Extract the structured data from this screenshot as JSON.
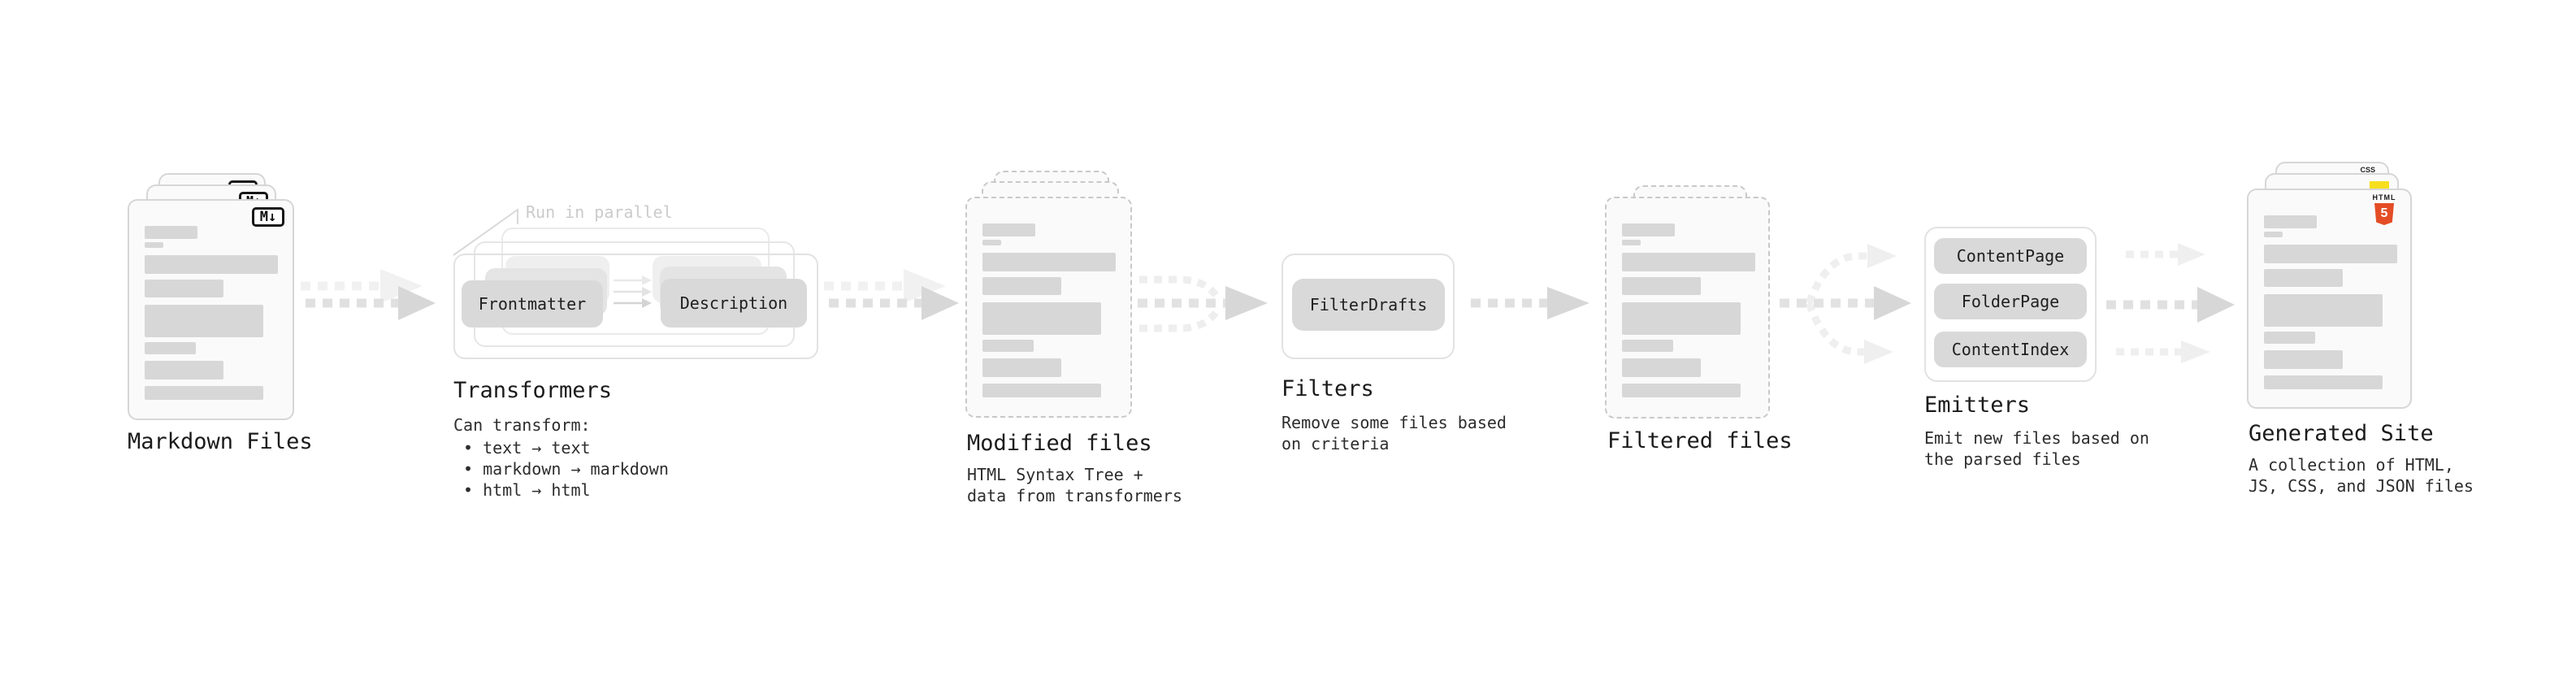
{
  "stages": {
    "markdown_files": {
      "title": "Markdown Files",
      "badge": "M↓"
    },
    "transformers": {
      "title": "Transformers",
      "parallel_note": "Run in parallel",
      "pills": {
        "frontmatter": "Frontmatter",
        "description": "Description"
      },
      "caption_heading": "Can transform:",
      "caption_bullets": "• text → text\n• markdown → markdown\n• html → html"
    },
    "modified_files": {
      "title": "Modified files",
      "caption": "HTML Syntax Tree +\ndata from transformers"
    },
    "filters": {
      "title": "Filters",
      "pills": {
        "filter_drafts": "FilterDrafts"
      },
      "caption": "Remove some files based\non criteria"
    },
    "filtered_files": {
      "title": "Filtered files"
    },
    "emitters": {
      "title": "Emitters",
      "pills": {
        "content_page": "ContentPage",
        "folder_page": "FolderPage",
        "content_index": "ContentIndex"
      },
      "caption": "Emit new files based on\nthe parsed files"
    },
    "generated_site": {
      "title": "Generated Site",
      "caption": "A collection of HTML,\nJS, CSS, and JSON files",
      "badges": {
        "css": "CSS",
        "html_label": "HTML",
        "html_number": "5"
      }
    }
  },
  "colors": {
    "html5_orange": "#e44d26",
    "js_yellow": "#f7df1e",
    "css_blue": "#2965f1",
    "pill_gray": "#d9d9d9",
    "skeleton_gray": "#d7d7d7"
  }
}
